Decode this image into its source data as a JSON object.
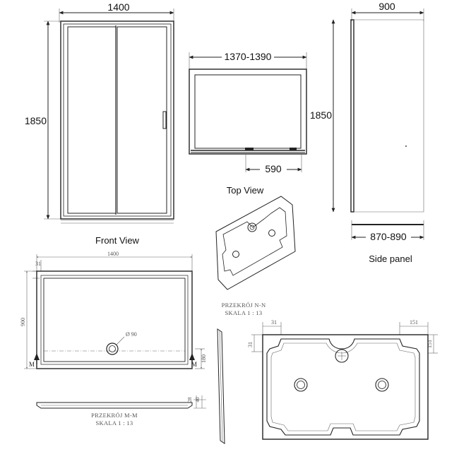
{
  "front_view": {
    "width_dim": "1400",
    "height_dim": "1850",
    "label": "Front View"
  },
  "top_view": {
    "width_dim": "1370-1390",
    "door_dim": "590",
    "label": "Top View"
  },
  "side_panel": {
    "width_dim": "900",
    "height_dim": "1850",
    "bottom_dim": "870-890",
    "label": "Side panel"
  },
  "tray_plan": {
    "width_dim": "1400",
    "depth_dim": "900",
    "corner_dim": "31",
    "waste_dim": "Ø 90",
    "end_dim": "180",
    "section_mark_left": "M",
    "section_mark_right": "M",
    "section_caption": "PRZEKRÓJ M-M",
    "scale_caption": "SKALA 1 : 13",
    "section_dim_a": "28",
    "section_dim_b": "40"
  },
  "tray_underside": {
    "section_caption": "PRZEKRÓJ N-N",
    "scale_caption": "SKALA 1 : 13",
    "dim_left_top": "31",
    "dim_left_side": "31",
    "dim_right_top": "151",
    "dim_right_side": "151"
  }
}
